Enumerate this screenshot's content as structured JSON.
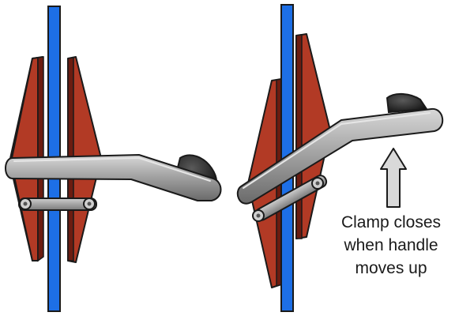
{
  "caption": {
    "lines": [
      "Clamp closes",
      "when handle",
      "moves up"
    ]
  },
  "colors": {
    "sheet_blue": "#1d6fe6",
    "jaw_red": "#b23a25",
    "jaw_dark": "#7a2214",
    "handle_gray": "#8c8c8c",
    "handle_light": "#bdbdbd",
    "grip_black": "#2a2a2a",
    "arrow_gray": "#d9d9d9",
    "outline": "#1a1a1a"
  },
  "icons": {
    "left_clamp": "plate-clamp-open-icon",
    "right_clamp": "plate-clamp-closed-icon",
    "arrow": "arrow-up-icon"
  }
}
